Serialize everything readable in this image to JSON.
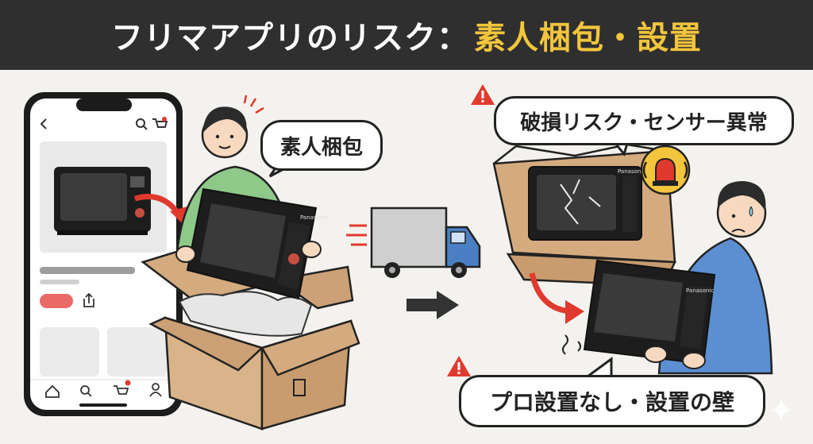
{
  "banner": {
    "title_main": "フリマアプリのリスク：",
    "title_accent": "素人梱包・設置",
    "background_color": "#2f2f2f",
    "accent_color": "#f2c53d"
  },
  "labels": {
    "seller_bubble": "素人梱包",
    "risk_bubble": "破損リスク・センサー異常",
    "install_bubble": "プロ設置なし・設置の壁"
  },
  "microwave_brand": "Panasonic",
  "icons": [
    "back-arrow-icon",
    "search-icon",
    "cart-icon",
    "home-icon",
    "user-icon",
    "share-icon",
    "warning-icon",
    "alarm-icon",
    "truck-icon",
    "arrow-right-icon",
    "sparkle-icon"
  ],
  "colors": {
    "warning": "#e03a2f",
    "alarm": "#f2c53d",
    "box": "#d9b48a",
    "shirt_green": "#8fc98a",
    "shirt_blue": "#5b8fd1"
  }
}
